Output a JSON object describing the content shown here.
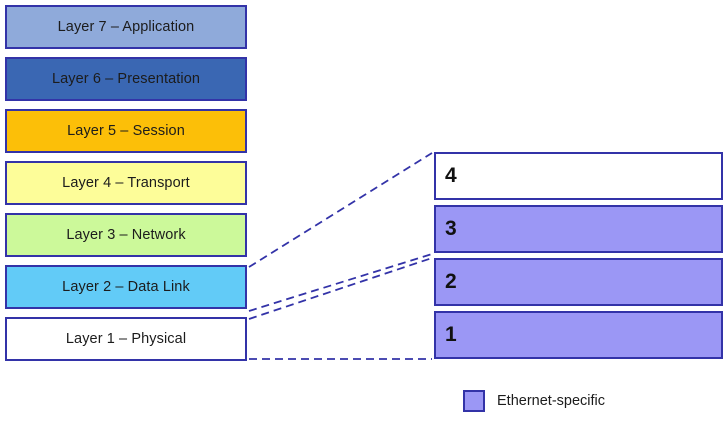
{
  "colors": {
    "border": "#3333a8",
    "connector": "#3333a8",
    "ethernet_fill": "#9b97f5",
    "background": "#ffffff",
    "text": "#1c1c1c"
  },
  "osi_stack": {
    "layers": [
      {
        "label": "Layer 7 – Application",
        "fill": "#8faada"
      },
      {
        "label": "Layer 6 – Presentation",
        "fill": "#3a67b3"
      },
      {
        "label": "Layer 5 – Session",
        "fill": "#fcbf08"
      },
      {
        "label": "Layer 4 – Transport",
        "fill": "#fdfd99"
      },
      {
        "label": "Layer 3 – Network",
        "fill": "#ccf99a"
      },
      {
        "label": "Layer 2 – Data Link",
        "fill": "#62cbf7"
      },
      {
        "label": "Layer 1 – Physical",
        "fill": "#ffffff"
      }
    ]
  },
  "ethernet_stack": {
    "boxes": [
      {
        "label": "4",
        "fill": "#ffffff"
      },
      {
        "label": "3",
        "fill": "#9b97f5"
      },
      {
        "label": "2",
        "fill": "#9b97f5"
      },
      {
        "label": "1",
        "fill": "#9b97f5"
      }
    ]
  },
  "legend": {
    "swatch_fill": "#9b97f5",
    "label": "Ethernet-specific"
  }
}
